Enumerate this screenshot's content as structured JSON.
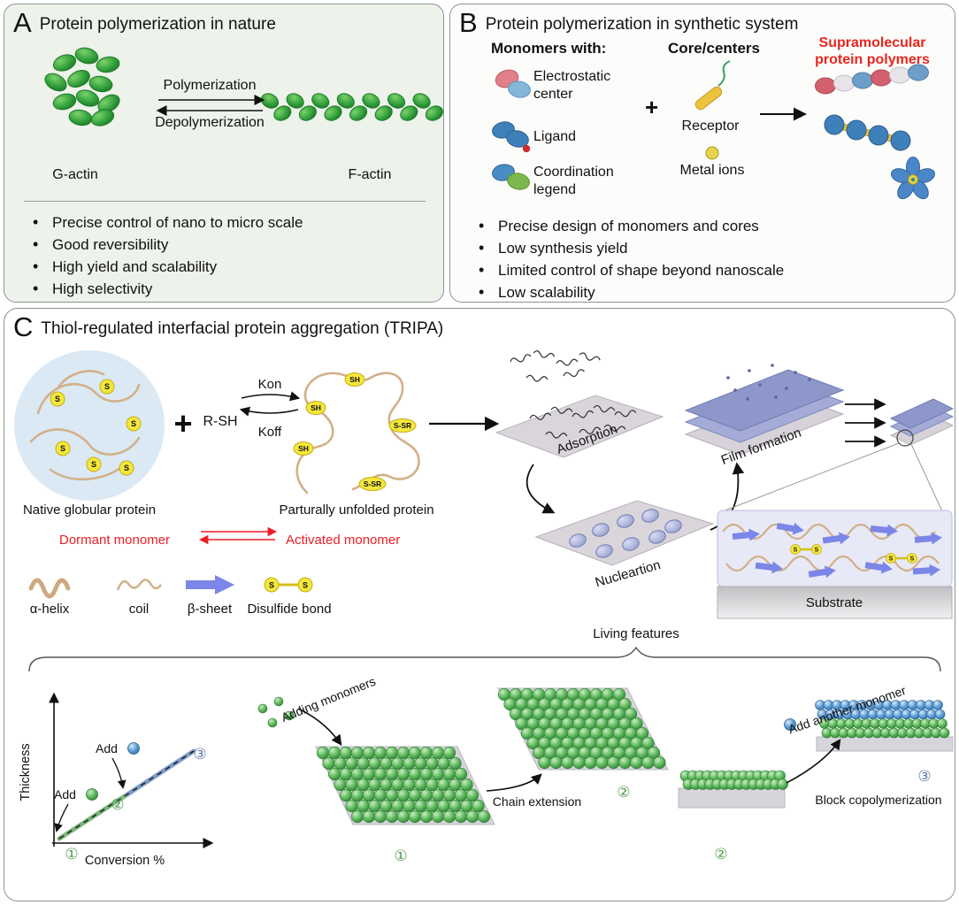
{
  "colors": {
    "actin_green": "#36a33c",
    "accent_red": "#ed1c24",
    "beta_sheet_blue": "#7b86e8",
    "disulfide_yellow": "#f4e73b",
    "protein_tan": "#d2b088",
    "film_lavender": "#8d97c9",
    "monomer_green": "#5cb85c",
    "monomer_blue": "#5b9bd5",
    "panel_a_bg": "#edf2ea"
  },
  "panelA": {
    "label": "A",
    "title": "Protein polymerization in nature",
    "polymerization": "Polymerization",
    "depolymerization": "Depolymerization",
    "g_actin": "G-actin",
    "f_actin": "F-actin",
    "bullets": [
      "Precise control of nano to micro scale",
      "Good reversibility",
      "High yield and scalability",
      "High selectivity"
    ]
  },
  "panelB": {
    "label": "B",
    "title": "Protein polymerization in synthetic system",
    "monomers_header": "Monomers with:",
    "cores_header": "Core/centers",
    "polymers_header": "Supramolecular protein polymers",
    "monomer_electrostatic": "Electrostatic center",
    "monomer_ligand": "Ligand",
    "monomer_coordination": "Coordination legend",
    "plus": "+",
    "core_receptor": "Receptor",
    "core_metal": "Metal ions",
    "bullets": [
      "Precise design of monomers and cores",
      "Low synthesis yield",
      "Limited control of shape beyond nanoscale",
      "Low scalability"
    ]
  },
  "panelC": {
    "label": "C",
    "title": "Thiol-regulated interfacial protein aggregation (TRIPA)",
    "plus": "+",
    "rsh": "R-SH",
    "kon": "Kon",
    "koff": "Koff",
    "sh": "SH",
    "ssr": "S-SR",
    "s": "S",
    "native_protein": "Native globular protein",
    "unfolded_protein": "Parturally unfolded protein",
    "dormant": "Dormant monomer",
    "activated": "Activated monomer",
    "legend": {
      "alpha_helix": "α-helix",
      "coil": "coil",
      "beta_sheet": "β-sheet",
      "disulfide": "Disulfide bond"
    },
    "adsorption": "Adsorption",
    "nucleation": "Nucleartion",
    "film_formation": "Film formation",
    "substrate": "Substrate",
    "living_features": "Living features",
    "graph": {
      "ylabel": "Thickness",
      "xlabel": "Conversion %",
      "add_green": "Add",
      "add_blue": "Add",
      "step1": "①",
      "step2": "②",
      "step3": "③"
    },
    "adding_monomers": "Adding monomers",
    "chain_extension": "Chain extension",
    "mid_step1": "①",
    "mid_step2": "②",
    "add_another": "Add another monomer",
    "block_copolymerization": "Block copolymerization",
    "right_step2": "②",
    "right_step3": "③"
  }
}
